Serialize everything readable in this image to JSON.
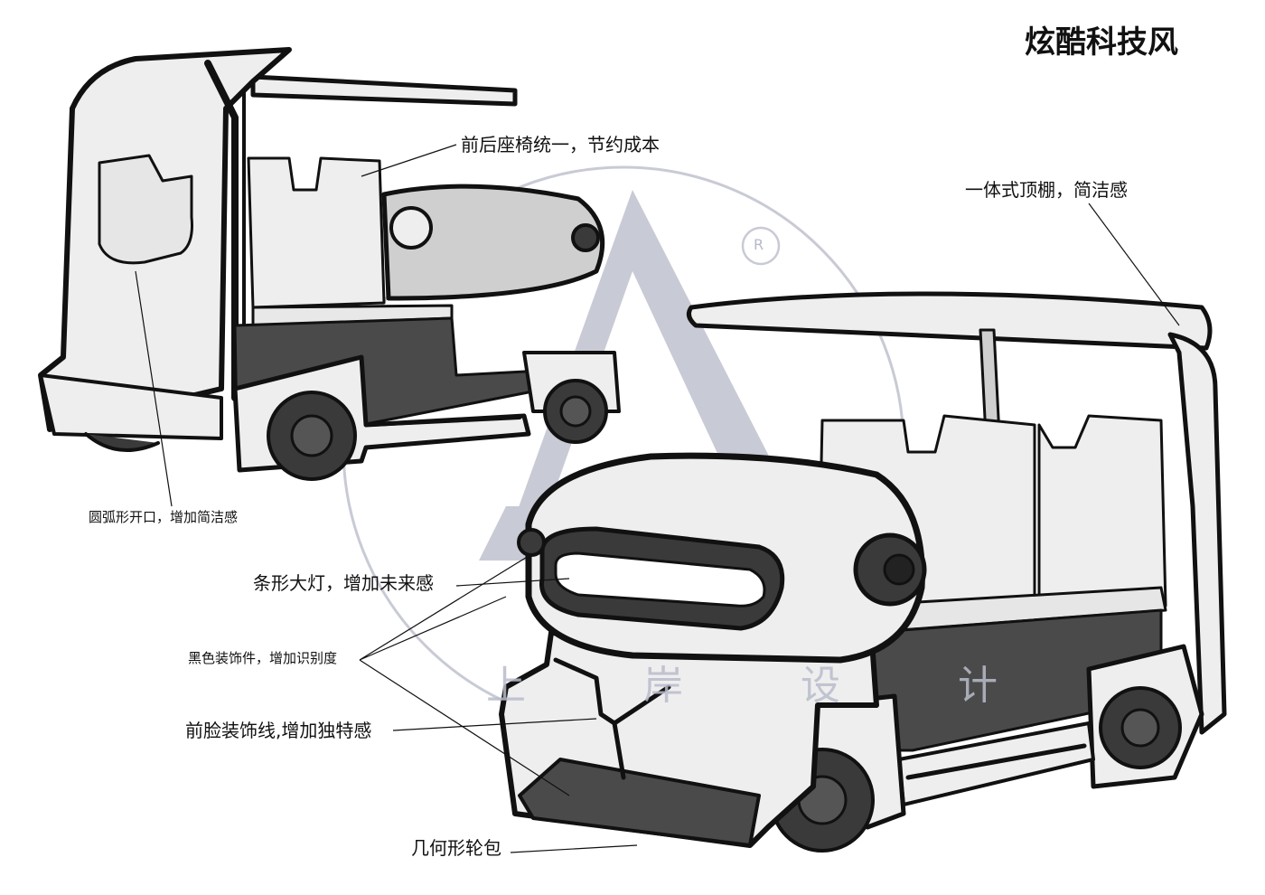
{
  "title": "炫酷科技风",
  "watermark": {
    "text": "上 岸 设 计",
    "registered_mark": "R",
    "color": "#b6b9c8"
  },
  "annotations": {
    "seats": "前后座椅统一，节约成本",
    "roof": "一体式顶棚，简洁感",
    "arc_opening": "圆弧形开口，增加简洁感",
    "headlight": "条形大灯，增加未来感",
    "black_trim": "黑色装饰件，增加识别度",
    "front_line": "前脸装饰线,增加独特感",
    "wheel_arch": "几何形轮包"
  },
  "colors": {
    "stroke": "#111111",
    "body_light": "#eeeeee",
    "body_gray": "#cfcfcf",
    "dark_panel": "#4a4a4a",
    "tire": "#3a3a3a"
  }
}
